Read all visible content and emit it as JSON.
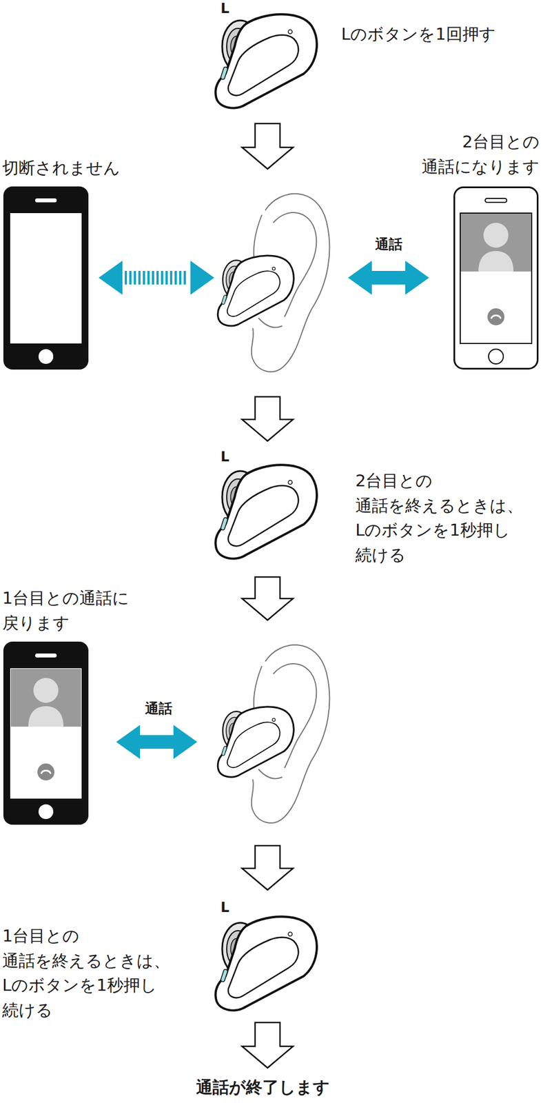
{
  "diagram": {
    "nodes": [
      {
        "text": [
          "L",
          "Lのボタンを1回押す"
        ]
      },
      {
        "text": [
          "切断されません"
        ]
      },
      {
        "text": [
          "2台目との 通話になります"
        ]
      },
      {
        "text": [
          "L",
          "2台目との 通話を終えるときは、 Lのボタンを1秒押し 続ける"
        ]
      },
      {
        "text": [
          "1台目との通話に 戻ります"
        ]
      },
      {
        "text": [
          "L",
          "1台目との 通話を終えるときは、 Lのボタンを1秒押し 続ける"
        ]
      }
    ],
    "labels": [
      "通話",
      "通話",
      "通話が終了します"
    ]
  }
}
